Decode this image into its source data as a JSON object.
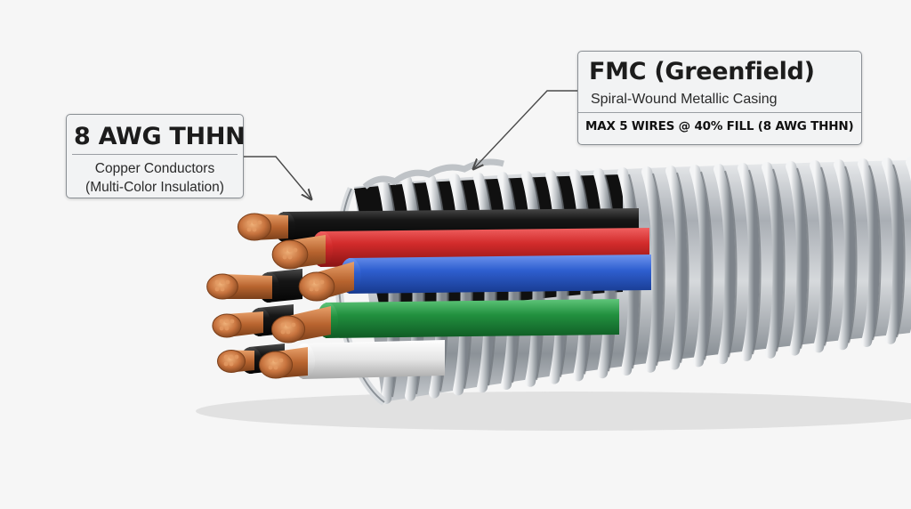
{
  "callouts": {
    "conductors": {
      "title": "8 AWG THHN",
      "line1": "Copper Conductors",
      "line2": "(Multi-Color Insulation)"
    },
    "conduit": {
      "title": "FMC (Greenfield)",
      "subtitle": "Spiral-Wound Metallic Casing",
      "spec": "MAX 5 WIRES @ 40% FILL (8 AWG THHN)"
    }
  },
  "colors": {
    "background": "#f6f6f6",
    "copper": "#c8743f",
    "insulation_black": "#161616",
    "insulation_red": "#d22b2b",
    "insulation_blue": "#2f5fd0",
    "insulation_green": "#22913f",
    "insulation_white": "#e4e4e4",
    "steel": "#b9bdc2"
  },
  "conductor_insulation_colors": [
    "black",
    "red",
    "black",
    "blue",
    "black",
    "green",
    "black",
    "white"
  ]
}
